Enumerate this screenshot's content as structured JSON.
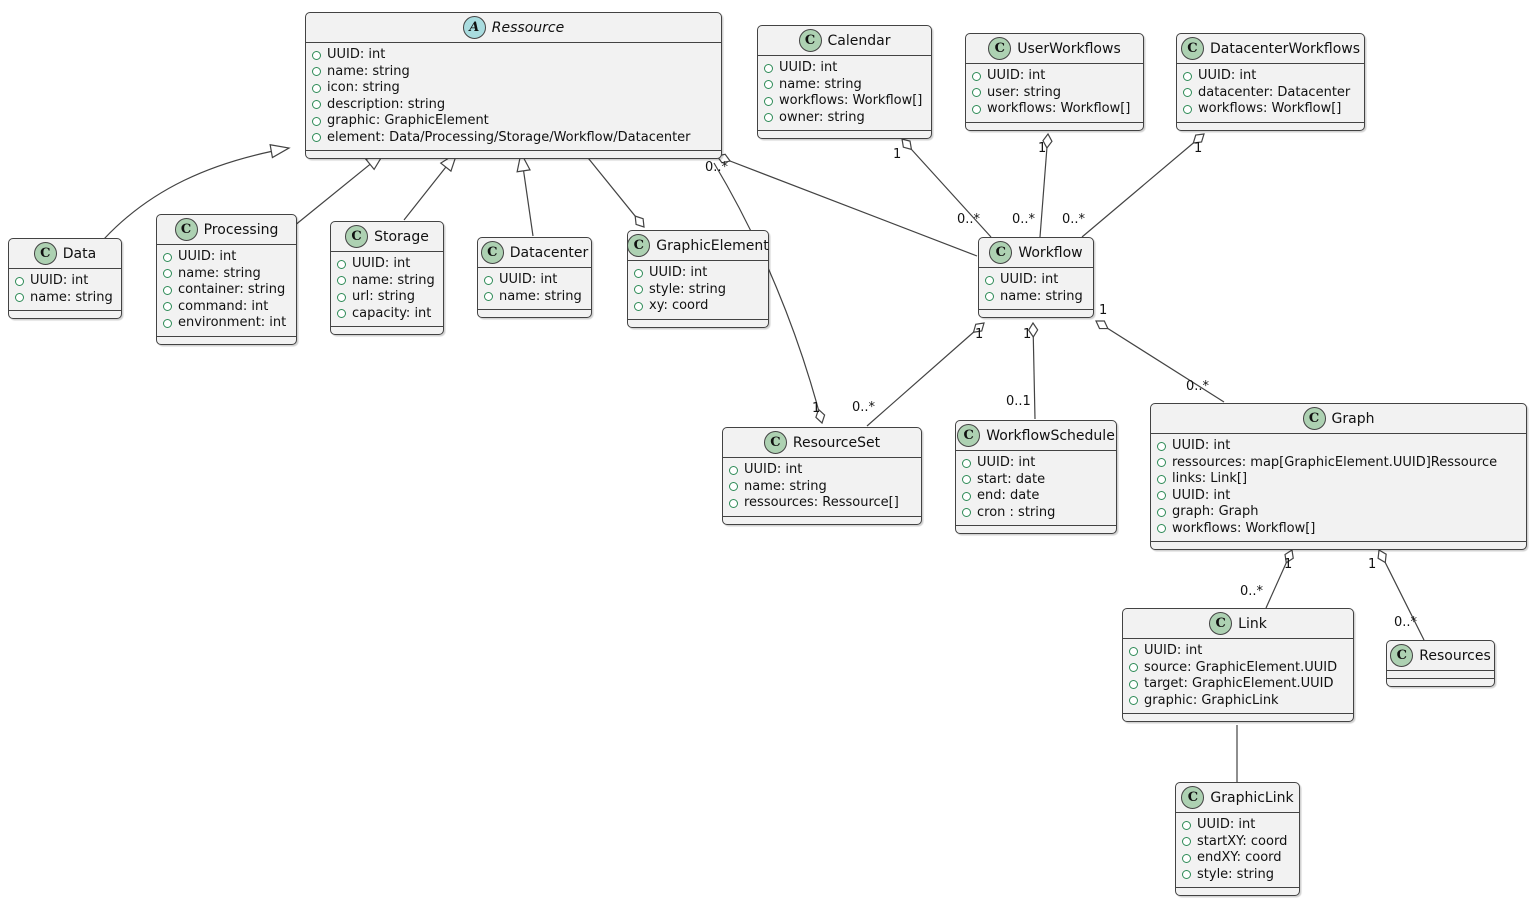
{
  "diagram": {
    "type": "uml-class-diagram",
    "abstract_icon_letter": "A",
    "class_icon_letter": "C"
  },
  "colors": {
    "box_fill": "#F2F2F2",
    "box_border": "#434343",
    "class_icon_bg": "#ADD1B2",
    "abstract_icon_bg": "#A9DCDF",
    "field_icon_green": "#2E8B57",
    "edge_line": "#434343",
    "background": "#FFFFFF"
  },
  "classes": {
    "ressource": {
      "icon_letter": "A",
      "name": "Ressource",
      "attributes": [
        "UUID: int",
        "name: string",
        "icon: string",
        "description: string",
        "graphic: GraphicElement",
        "element: Data/Processing/Storage/Workflow/Datacenter"
      ]
    },
    "calendar": {
      "icon_letter": "C",
      "name": "Calendar",
      "attributes": [
        "UUID: int",
        "name: string",
        "workflows: Workflow[]",
        "owner: string"
      ]
    },
    "userworkflows": {
      "icon_letter": "C",
      "name": "UserWorkflows",
      "attributes": [
        "UUID: int",
        "user: string",
        "workflows: Workflow[]"
      ]
    },
    "datacenterworkflows": {
      "icon_letter": "C",
      "name": "DatacenterWorkflows",
      "attributes": [
        "UUID: int",
        "datacenter: Datacenter",
        "workflows: Workflow[]"
      ]
    },
    "data": {
      "icon_letter": "C",
      "name": "Data",
      "attributes": [
        "UUID: int",
        "name: string"
      ]
    },
    "processing": {
      "icon_letter": "C",
      "name": "Processing",
      "attributes": [
        "UUID: int",
        "name: string",
        "container: string",
        "command: int",
        "environment: int"
      ]
    },
    "storage": {
      "icon_letter": "C",
      "name": "Storage",
      "attributes": [
        "UUID: int",
        "name: string",
        "url: string",
        "capacity: int"
      ]
    },
    "datacenter": {
      "icon_letter": "C",
      "name": "Datacenter",
      "attributes": [
        "UUID: int",
        "name: string"
      ]
    },
    "graphicelement": {
      "icon_letter": "C",
      "name": "GraphicElement",
      "attributes": [
        "UUID: int",
        "style: string",
        "xy: coord"
      ]
    },
    "workflow": {
      "icon_letter": "C",
      "name": "Workflow",
      "attributes": [
        "UUID: int",
        "name: string"
      ]
    },
    "resourceset": {
      "icon_letter": "C",
      "name": "ResourceSet",
      "attributes": [
        "UUID: int",
        "name: string",
        "ressources: Ressource[]"
      ]
    },
    "workflowschedule": {
      "icon_letter": "C",
      "name": "WorkflowSchedule",
      "attributes": [
        "UUID: int",
        "start: date",
        "end: date",
        "cron : string"
      ]
    },
    "graph": {
      "icon_letter": "C",
      "name": "Graph",
      "attributes": [
        "UUID: int",
        "ressources: map[GraphicElement.UUID]Ressource",
        "links: Link[]",
        "UUID: int",
        "graph: Graph",
        "workflows: Workflow[]"
      ]
    },
    "link": {
      "icon_letter": "C",
      "name": "Link",
      "attributes": [
        "UUID: int",
        "source: GraphicElement.UUID",
        "target: GraphicElement.UUID",
        "graphic: GraphicLink"
      ]
    },
    "resources": {
      "icon_letter": "C",
      "name": "Resources",
      "attributes": []
    },
    "graphiclink": {
      "icon_letter": "C",
      "name": "GraphicLink",
      "attributes": [
        "UUID: int",
        "startXY: coord",
        "endXY: coord",
        "style: string"
      ]
    }
  },
  "labels": {
    "res_workflow_src": "0..*",
    "resourceset_parent": "1",
    "resourceset_child": "0..*",
    "calendar_src": "1",
    "calendar_dst": "0..*",
    "userworkflows_src": "1",
    "userworkflows_dst": "0..*",
    "datacenterworkflows_src": "1",
    "datacenterworkflows_dst": "0..*",
    "workflow_resourceset_src": "1",
    "workflow_schedule_src": "1",
    "workflow_schedule_dst": "0..1",
    "workflow_graph_src": "1",
    "workflow_graph_dst": "0..*",
    "graph_link_src": "1",
    "graph_link_dst": "0..*",
    "graph_resources_src": "1",
    "graph_resources_dst": "0..*"
  }
}
